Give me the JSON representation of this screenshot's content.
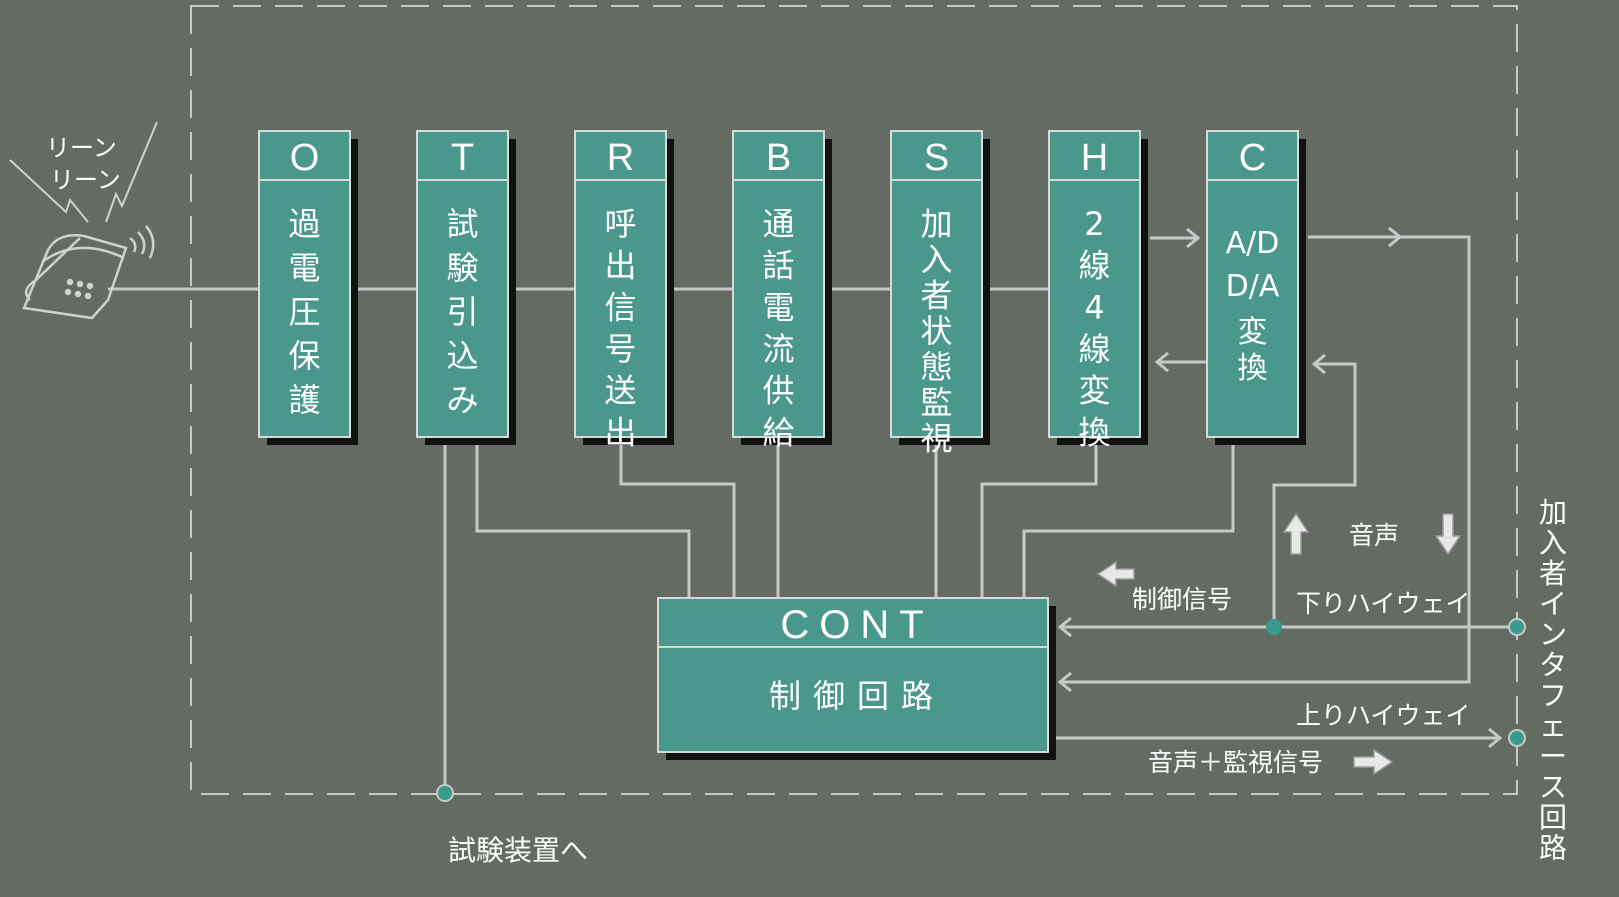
{
  "colors": {
    "background": "#636b63",
    "block_fill": "#4a978b",
    "line": "#c8c8c8",
    "dot": "#3a9a8c"
  },
  "phone": {
    "ring_lines": [
      "リーン",
      "リーン"
    ],
    "icon": "telephone-icon"
  },
  "blocks": [
    {
      "letter": "O",
      "name": "過電圧保護"
    },
    {
      "letter": "T",
      "name": "試験引込み"
    },
    {
      "letter": "R",
      "name": "呼出信号送出"
    },
    {
      "letter": "B",
      "name": "通話電流供給"
    },
    {
      "letter": "S",
      "name": "加入者状態監視"
    },
    {
      "letter": "H",
      "name": "2線4線変換"
    },
    {
      "letter": "C",
      "name": "A/D D/A 変換"
    }
  ],
  "control": {
    "title": "CONT",
    "subtitle": "制御回路"
  },
  "labels": {
    "voice": "音声",
    "control_signal": "制御信号",
    "down_highway": "下りハイウェイ",
    "up_highway": "上りハイウェイ",
    "voice_monitor": "音声＋監視信号",
    "test_device": "試験装置へ",
    "subscriber_interface": "加入者インタフェース回路"
  }
}
